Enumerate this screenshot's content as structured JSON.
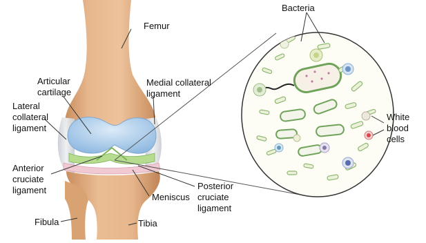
{
  "labels": {
    "femur": "Femur",
    "articular_cartilage": [
      "Articular",
      "cartilage"
    ],
    "medial_collateral_ligament": [
      "Medial collateral",
      "ligament"
    ],
    "lateral_collateral_ligament": [
      "Lateral",
      "collateral",
      "ligament"
    ],
    "anterior_cruciate_ligament": [
      "Anterior",
      "cruciate",
      "ligament"
    ],
    "meniscus": "Meniscus",
    "posterior_cruciate_ligament": [
      "Posterior",
      "cruciate",
      "ligament"
    ],
    "fibula": "Fibula",
    "tibia": "Tibia",
    "bacteria": "Bacteria",
    "white_blood_cells": [
      "White",
      "blood",
      "cells"
    ]
  },
  "colors": {
    "bone": "#E7B68C",
    "bone_shadow": "#C98E5F",
    "cartilage": "#A9CBEA",
    "ligament": "#D9DDE3",
    "cruciate": "#A6D47E",
    "meniscus": "#F1C9D3",
    "bacterium_fill": "#F3F4EA",
    "bacterium_outline": "#6FA35A"
  }
}
